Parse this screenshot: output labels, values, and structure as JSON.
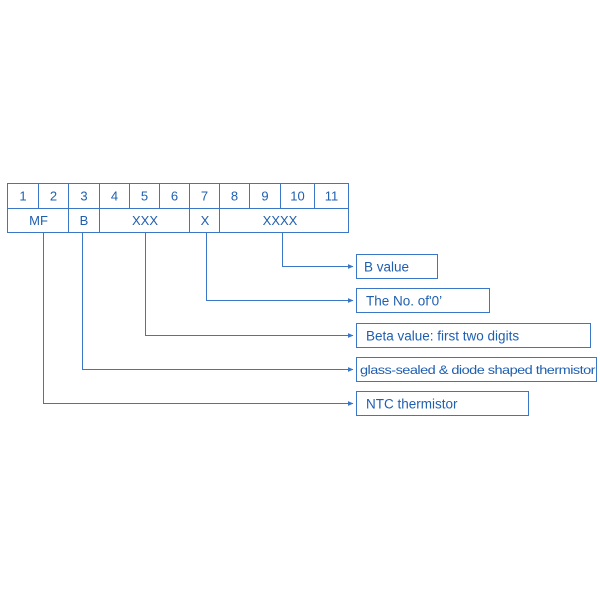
{
  "positions": [
    "1",
    "2",
    "3",
    "4",
    "5",
    "6",
    "7",
    "8",
    "9",
    "10",
    "11"
  ],
  "codes": [
    "MF",
    "B",
    "XXX",
    "X",
    "XXXX"
  ],
  "labels": {
    "b_value": "B value",
    "no_of_zero": "The No. of'0’",
    "beta_value": "Beta value: first two digits",
    "glass_sealed": "glass-sealed & diode shaped thermistor",
    "ntc": "NTC thermistor"
  },
  "colors": {
    "line": "#3a78c7",
    "text": "#1f5fb0",
    "background": "#ffffff"
  }
}
